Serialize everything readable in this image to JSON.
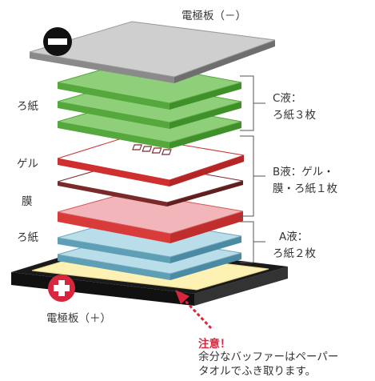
{
  "labels": {
    "electrode_top": "電極板（－）",
    "electrode_bottom": "電極板（＋）",
    "filter_paper_top": "ろ紙",
    "gel": "ゲル",
    "membrane": "膜",
    "filter_paper_bottom": "ろ紙"
  },
  "groups": {
    "c_title": "C液：",
    "c_detail": "ろ紙３枚",
    "b_title": "B液：ゲル・",
    "b_detail": "膜・ろ紙１枚",
    "a_title": "A液：",
    "a_detail": "ろ紙２枚"
  },
  "note": {
    "title": "注意！",
    "line1": "余分なバッファーはペーパー",
    "line2": "タオルでふき取ります。"
  },
  "colors": {
    "green": "#8fcf7a",
    "red": "#e2453f",
    "pink": "#f2b5b9",
    "blue": "#b9dde9",
    "yellow": "#fdf2b3",
    "gray": "#cfcfcf",
    "black": "#1a1a1a",
    "accent": "#d7263d"
  },
  "icons": {
    "negative": "minus-circle-icon",
    "positive": "plus-circle-icon"
  }
}
